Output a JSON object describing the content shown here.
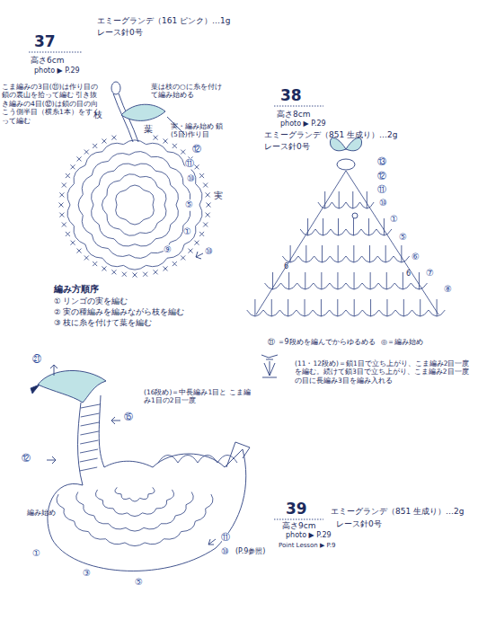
{
  "diagram": {
    "labels": [
      "37",
      "高さ6cm",
      "photo ▶ P.29",
      "エミーグランデ（161 ピンク）…1g",
      "レース針0号",
      "こま編みの3目(⑪)は作り目の鎖の裏山を拾って編む 引き抜き編みの4目(⑫)は鎖の目の向こう側半目（横糸1本）をすくって編む",
      "枝",
      "葉",
      "葉は枝の○に糸を付けて編み始める",
      "実・編み始め 鎖(5目)作り目",
      "実",
      "⑫",
      "⑪",
      "⑩",
      "⑤",
      "①",
      "⑨",
      "⑩",
      "編み方順序",
      "① リンゴの実を編む",
      "② 実の種編みを編みながら枝を編む",
      "③ 枝に糸を付けて葉を編む",
      "38",
      "高さ8cm",
      "photo ▶ P.29",
      "エミーグランデ（851 生成り）…2g",
      "レース針0号",
      "⑬",
      "⑫",
      "⑪",
      "⑩",
      "①",
      "⑤",
      "⑥",
      "⑦",
      "⑧",
      "6",
      "6",
      "⑪ ＝9段めを編んでからゆるめる",
      "◎＝編み始め",
      "(11・12段め)＝鎖1目で立ち上がり、こま編み2目一度を編む。続けて鎖3目で立ち上がり、こま編み2目一度の目に長編み3目を編み入れる",
      "(16段め)＝中長編み1目と こま編み1目の2目一度",
      "㉑",
      "⑮",
      "⑫",
      "編み始め",
      "①",
      "③",
      "⑤",
      "⑪",
      "⑩",
      "(P.9参照)",
      "39",
      "高さ9cm",
      "photo ▶ P.29",
      "Point Lesson ▶ P.9",
      "エミーグランデ（851 生成り）…2g",
      "レース針0号"
    ]
  }
}
